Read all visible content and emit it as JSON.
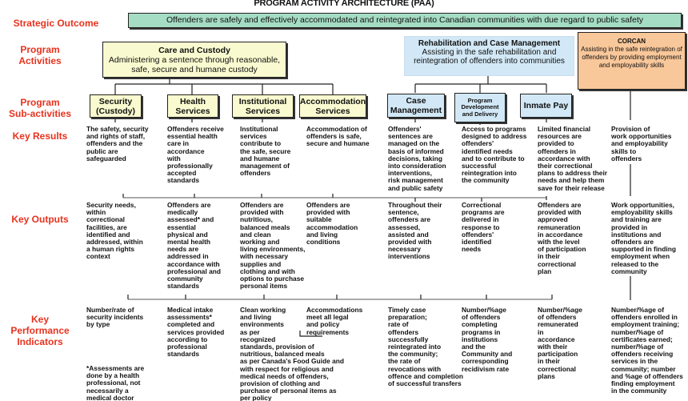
{
  "title": "PROGRAM ACTIVITY ARCHITECTURE (PAA)",
  "row_labels": {
    "strategic_outcome": "Strategic Outcome",
    "program_activities": "Program\nActivities",
    "sub_activities": "Program\nSub-activities",
    "key_results": "Key Results",
    "key_outputs": "Key Outputs",
    "kpi": "Key\nPerformance\nIndicators"
  },
  "strategic_outcome": "Offenders are safely and effectively accommodated and reintegrated into Canadian communities with due regard to public safety",
  "activities": [
    {
      "name": "Care and Custody",
      "desc": "Administering a sentence through reasonable, safe, secure and humane custody"
    },
    {
      "name": "Rehabilitation and Case Management",
      "desc": "Assisting in the safe rehabilitation and reintegration of offenders into communities"
    },
    {
      "name": "CORCAN",
      "desc": "Assisting in the safe reintegration of offenders by providing employment and employability skills"
    }
  ],
  "sub_activities": [
    "Security (Custody)",
    "Health Services",
    "Institutional Services",
    "Accommodation Services",
    "Case Management",
    "Program Development and Delivery",
    "Inmate Pay"
  ],
  "key_results": [
    "The safety, security\nand rights of staff,\noffenders and the\npublic are\nsafeguarded",
    "Offenders receive\nessential health\ncare in\naccordance\nwith\nprofessionally\naccepted\nstandards",
    "Institutional\nservices\ncontribute to\nthe safe, secure\nand humane\nmanagement of\noffenders",
    "Accommodation of\noffenders is safe,\nsecure and humane",
    "Offenders'\nsentences are\nmanaged on the\n basis of informed\ndecisions, taking\ninto consideration\ninterventions,\nrisk management\nand public safety",
    "Access to programs\ndesigned to address\noffenders'\nidentified needs\nand to contribute to\nsuccessful\nreintegration into\nthe community",
    "Limited financial\nresources are\nprovided to\noffenders in\naccordance with\ntheir correctional\nplans  to address their\nneeds and help them\nsave for their release",
    "Provision of\nwork opportunities\nand employability\nskills to\noffenders"
  ],
  "key_outputs": [
    "Security needs,\nwithin\ncorrectional\nfacilities,  are\nidentified and\naddressed, within\na human rights\ncontext",
    "Offenders are\nmedically\nassessed* and\nessential\nphysical and\nmental health\nneeds are\naddressed in\naccordance with\nprofessional and\ncommunity\nstandards",
    "Offenders are\nprovided with\nnutritious,\nbalanced meals\n and clean\n working and\nliving environments,\nwith necessary\nsupplies and\nclothing and with\noptions to purchase\npersonal items",
    "Offenders are\nprovided with\nsuitable\naccommodation\nand living\nconditions",
    "Throughout their\nsentence,\noffenders are\nassessed,\nassisted and\nprovided with\nnecessary\ninterventions",
    "Correctional\nprograms are\ndelivered in\nresponse to\noffenders'\nidentified\nneeds",
    "Offenders are\nprovided with\napproved\nremuneration\nin accordance\nwith the level\nof participation\nin their\ncorrectional\nplan",
    "Work opportunities,\nemployability skills\nand training are\nprovided in\ninstitutions and\noffenders are\nsupported in finding\nemployment when\nreleased to the\ncommunity"
  ],
  "kpis": [
    "Number/rate of\nsecurity incidents\nby type",
    "Medical intake\nassessments*\ncompleted and\nservices provided\naccording to\nprofessional\nstandards",
    "Clean working\nand living\nenvironments\nas per\nrecognized\nstandards, provision of\nnutritious, balanced meals\nas per Canada's Food Guide and\nwith respect for religious and\nmedical needs of offenders,\nprovision of clothing and\npurchase of personal items as\nper policy",
    "Accommodations\n meet all legal\nand policy\nrequirements",
    "Timely case\npreparation;\nrate of\noffenders\nsuccessfully\nreintegrated into\nthe community;\nthe rate of\nrevocations with\noffence and completion\nof successful transfers",
    "Number/%age\nof offenders\ncompleting\nprograms in\ninstitutions\nand the\nCommunity and\ncorresponding\n recidivism  rate",
    "Number/%age\nof offenders\nremunerated\nin\naccordance\nwith their\nparticipation\nin their\ncorrectional\nplans",
    "Number/%age of\noffenders enrolled in\nemployment training;\nnumber/%age of\ncertificates earned;\nnumber/%age of\noffenders receiving\nservices in the\ncommunity; number\nand %age of offenders\nfinding employment\nin the community"
  ],
  "footnote": "*Assessments are\ndone by a health\nprofessional, not\nnecessarily a\nmedical doctor",
  "colors": {
    "label": "#e8321e",
    "outcome": "#a5dcc4",
    "custody": "#fafad0",
    "rehab": "#d2e8f6",
    "corcan": "#f8c79a"
  }
}
